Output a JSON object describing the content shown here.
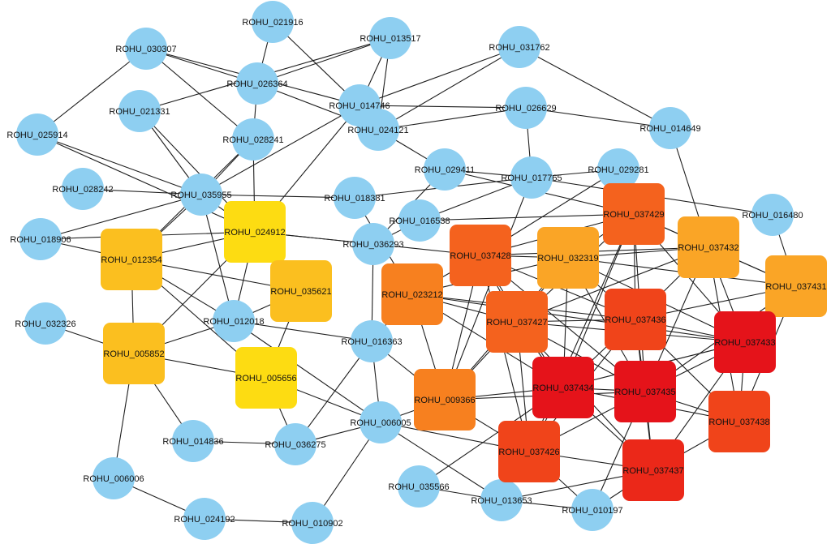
{
  "colors": {
    "blue": "#8ecff1",
    "yellow": "#fddc12",
    "amber": "#fbbf1f",
    "orange_light": "#faa526",
    "orange": "#f7801f",
    "orange_dark": "#f4621e",
    "red_orange": "#f0441a",
    "red": "#eb2819",
    "red_deep": "#e5131a",
    "edge": "#1e1e1e",
    "background": "#ffffff"
  },
  "nodes": [
    {
      "id": "ROHU_021916",
      "shape": "circle",
      "color": "blue"
    },
    {
      "id": "ROHU_013517",
      "shape": "circle",
      "color": "blue"
    },
    {
      "id": "ROHU_030307",
      "shape": "circle",
      "color": "blue"
    },
    {
      "id": "ROHU_031762",
      "shape": "circle",
      "color": "blue"
    },
    {
      "id": "ROHU_026364",
      "shape": "circle",
      "color": "blue"
    },
    {
      "id": "ROHU_014746",
      "shape": "circle",
      "color": "blue"
    },
    {
      "id": "ROHU_021331",
      "shape": "circle",
      "color": "blue"
    },
    {
      "id": "ROHU_026629",
      "shape": "circle",
      "color": "blue"
    },
    {
      "id": "ROHU_024121",
      "shape": "circle",
      "color": "blue"
    },
    {
      "id": "ROHU_014649",
      "shape": "circle",
      "color": "blue"
    },
    {
      "id": "ROHU_025914",
      "shape": "circle",
      "color": "blue"
    },
    {
      "id": "ROHU_028241",
      "shape": "circle",
      "color": "blue"
    },
    {
      "id": "ROHU_029411",
      "shape": "circle",
      "color": "blue"
    },
    {
      "id": "ROHU_017765",
      "shape": "circle",
      "color": "blue"
    },
    {
      "id": "ROHU_029281",
      "shape": "circle",
      "color": "blue"
    },
    {
      "id": "ROHU_028242",
      "shape": "circle",
      "color": "blue"
    },
    {
      "id": "ROHU_035955",
      "shape": "circle",
      "color": "blue"
    },
    {
      "id": "ROHU_018381",
      "shape": "circle",
      "color": "blue"
    },
    {
      "id": "ROHU_016480",
      "shape": "circle",
      "color": "blue"
    },
    {
      "id": "ROHU_016538",
      "shape": "circle",
      "color": "blue"
    },
    {
      "id": "ROHU_018906",
      "shape": "circle",
      "color": "blue"
    },
    {
      "id": "ROHU_036293",
      "shape": "circle",
      "color": "blue"
    },
    {
      "id": "ROHU_032326",
      "shape": "circle",
      "color": "blue"
    },
    {
      "id": "ROHU_012018",
      "shape": "circle",
      "color": "blue"
    },
    {
      "id": "ROHU_016363",
      "shape": "circle",
      "color": "blue"
    },
    {
      "id": "ROHU_006005",
      "shape": "circle",
      "color": "blue"
    },
    {
      "id": "ROHU_014836",
      "shape": "circle",
      "color": "blue"
    },
    {
      "id": "ROHU_036275",
      "shape": "circle",
      "color": "blue"
    },
    {
      "id": "ROHU_006006",
      "shape": "circle",
      "color": "blue"
    },
    {
      "id": "ROHU_035566",
      "shape": "circle",
      "color": "blue"
    },
    {
      "id": "ROHU_013653",
      "shape": "circle",
      "color": "blue"
    },
    {
      "id": "ROHU_010197",
      "shape": "circle",
      "color": "blue"
    },
    {
      "id": "ROHU_024192",
      "shape": "circle",
      "color": "blue"
    },
    {
      "id": "ROHU_010902",
      "shape": "circle",
      "color": "blue"
    },
    {
      "id": "ROHU_024912",
      "shape": "square",
      "color": "yellow"
    },
    {
      "id": "ROHU_012354",
      "shape": "square",
      "color": "amber"
    },
    {
      "id": "ROHU_035621",
      "shape": "square",
      "color": "amber"
    },
    {
      "id": "ROHU_005852",
      "shape": "square",
      "color": "amber"
    },
    {
      "id": "ROHU_005656",
      "shape": "square",
      "color": "yellow"
    },
    {
      "id": "ROHU_023212",
      "shape": "square",
      "color": "orange"
    },
    {
      "id": "ROHU_009366",
      "shape": "square",
      "color": "orange"
    },
    {
      "id": "ROHU_037428",
      "shape": "square",
      "color": "orange_dark"
    },
    {
      "id": "ROHU_032319",
      "shape": "square",
      "color": "orange_light"
    },
    {
      "id": "ROHU_037429",
      "shape": "square",
      "color": "orange_dark"
    },
    {
      "id": "ROHU_037432",
      "shape": "square",
      "color": "orange_light"
    },
    {
      "id": "ROHU_037431",
      "shape": "square",
      "color": "orange_light"
    },
    {
      "id": "ROHU_037427",
      "shape": "square",
      "color": "orange_dark"
    },
    {
      "id": "ROHU_037436",
      "shape": "square",
      "color": "red_orange"
    },
    {
      "id": "ROHU_037433",
      "shape": "square",
      "color": "red_deep"
    },
    {
      "id": "ROHU_037434",
      "shape": "square",
      "color": "red_deep"
    },
    {
      "id": "ROHU_037435",
      "shape": "square",
      "color": "red_deep"
    },
    {
      "id": "ROHU_037438",
      "shape": "square",
      "color": "red_orange"
    },
    {
      "id": "ROHU_037426",
      "shape": "square",
      "color": "red_orange"
    },
    {
      "id": "ROHU_037437",
      "shape": "square",
      "color": "red"
    }
  ],
  "edges": [
    [
      "ROHU_030307",
      "ROHU_025914"
    ],
    [
      "ROHU_030307",
      "ROHU_026364"
    ],
    [
      "ROHU_030307",
      "ROHU_014746"
    ],
    [
      "ROHU_030307",
      "ROHU_028241"
    ],
    [
      "ROHU_021916",
      "ROHU_026364"
    ],
    [
      "ROHU_021916",
      "ROHU_014746"
    ],
    [
      "ROHU_013517",
      "ROHU_026364"
    ],
    [
      "ROHU_013517",
      "ROHU_021331"
    ],
    [
      "ROHU_013517",
      "ROHU_014746"
    ],
    [
      "ROHU_013517",
      "ROHU_024121"
    ],
    [
      "ROHU_031762",
      "ROHU_014746"
    ],
    [
      "ROHU_031762",
      "ROHU_014649"
    ],
    [
      "ROHU_031762",
      "ROHU_024121"
    ],
    [
      "ROHU_026364",
      "ROHU_028241"
    ],
    [
      "ROHU_026364",
      "ROHU_024121"
    ],
    [
      "ROHU_014746",
      "ROHU_026629"
    ],
    [
      "ROHU_014746",
      "ROHU_024912"
    ],
    [
      "ROHU_014746",
      "ROHU_035955"
    ],
    [
      "ROHU_026629",
      "ROHU_014649"
    ],
    [
      "ROHU_026629",
      "ROHU_017765"
    ],
    [
      "ROHU_026629",
      "ROHU_024121"
    ],
    [
      "ROHU_014649",
      "ROHU_037432"
    ],
    [
      "ROHU_024121",
      "ROHU_029411"
    ],
    [
      "ROHU_021331",
      "ROHU_035955"
    ],
    [
      "ROHU_021331",
      "ROHU_024912"
    ],
    [
      "ROHU_028241",
      "ROHU_024912"
    ],
    [
      "ROHU_028241",
      "ROHU_012354"
    ],
    [
      "ROHU_028241",
      "ROHU_035955"
    ],
    [
      "ROHU_025914",
      "ROHU_035955"
    ],
    [
      "ROHU_025914",
      "ROHU_024912"
    ],
    [
      "ROHU_028242",
      "ROHU_035955"
    ],
    [
      "ROHU_018906",
      "ROHU_035955"
    ],
    [
      "ROHU_035955",
      "ROHU_018381"
    ],
    [
      "ROHU_035955",
      "ROHU_024912"
    ],
    [
      "ROHU_035955",
      "ROHU_012018"
    ],
    [
      "ROHU_035955",
      "ROHU_012354"
    ],
    [
      "ROHU_018381",
      "ROHU_017765"
    ],
    [
      "ROHU_018381",
      "ROHU_023212"
    ],
    [
      "ROHU_029411",
      "ROHU_017765"
    ],
    [
      "ROHU_029411",
      "ROHU_037429"
    ],
    [
      "ROHU_029411",
      "ROHU_036293"
    ],
    [
      "ROHU_017765",
      "ROHU_029281"
    ],
    [
      "ROHU_017765",
      "ROHU_009366"
    ],
    [
      "ROHU_017765",
      "ROHU_016538"
    ],
    [
      "ROHU_017765",
      "ROHU_016480"
    ],
    [
      "ROHU_029281",
      "ROHU_037428"
    ],
    [
      "ROHU_016480",
      "ROHU_037431"
    ],
    [
      "ROHU_016538",
      "ROHU_037429"
    ],
    [
      "ROHU_016538",
      "ROHU_036293"
    ],
    [
      "ROHU_036293",
      "ROHU_024912"
    ],
    [
      "ROHU_036293",
      "ROHU_037428"
    ],
    [
      "ROHU_036293",
      "ROHU_016363"
    ],
    [
      "ROHU_024912",
      "ROHU_012354"
    ],
    [
      "ROHU_024912",
      "ROHU_035621"
    ],
    [
      "ROHU_024912",
      "ROHU_005852"
    ],
    [
      "ROHU_024912",
      "ROHU_012018"
    ],
    [
      "ROHU_024912",
      "ROHU_036293"
    ],
    [
      "ROHU_024912",
      "ROHU_018906"
    ],
    [
      "ROHU_012354",
      "ROHU_005852"
    ],
    [
      "ROHU_012354",
      "ROHU_035621"
    ],
    [
      "ROHU_012354",
      "ROHU_012018"
    ],
    [
      "ROHU_012354",
      "ROHU_005656"
    ],
    [
      "ROHU_012354",
      "ROHU_018906"
    ],
    [
      "ROHU_035621",
      "ROHU_005656"
    ],
    [
      "ROHU_035621",
      "ROHU_012018"
    ],
    [
      "ROHU_012018",
      "ROHU_016363"
    ],
    [
      "ROHU_012018",
      "ROHU_005852"
    ],
    [
      "ROHU_012018",
      "ROHU_006005"
    ],
    [
      "ROHU_005852",
      "ROHU_005656"
    ],
    [
      "ROHU_005852",
      "ROHU_014836"
    ],
    [
      "ROHU_005852",
      "ROHU_006006"
    ],
    [
      "ROHU_032326",
      "ROHU_005852"
    ],
    [
      "ROHU_005656",
      "ROHU_006005"
    ],
    [
      "ROHU_005656",
      "ROHU_036275"
    ],
    [
      "ROHU_016363",
      "ROHU_036275"
    ],
    [
      "ROHU_016363",
      "ROHU_006005"
    ],
    [
      "ROHU_016363",
      "ROHU_009366"
    ],
    [
      "ROHU_016363",
      "ROHU_023212"
    ],
    [
      "ROHU_014836",
      "ROHU_036275"
    ],
    [
      "ROHU_036275",
      "ROHU_006005"
    ],
    [
      "ROHU_006005",
      "ROHU_010902"
    ],
    [
      "ROHU_006005",
      "ROHU_009366"
    ],
    [
      "ROHU_006005",
      "ROHU_013653"
    ],
    [
      "ROHU_006005",
      "ROHU_037426"
    ],
    [
      "ROHU_006006",
      "ROHU_024192"
    ],
    [
      "ROHU_024192",
      "ROHU_010902"
    ],
    [
      "ROHU_035566",
      "ROHU_013653"
    ],
    [
      "ROHU_035566",
      "ROHU_037434"
    ],
    [
      "ROHU_013653",
      "ROHU_010197"
    ],
    [
      "ROHU_013653",
      "ROHU_037426"
    ],
    [
      "ROHU_013653",
      "ROHU_037437"
    ],
    [
      "ROHU_010197",
      "ROHU_037437"
    ],
    [
      "ROHU_010197",
      "ROHU_037426"
    ],
    [
      "ROHU_010197",
      "ROHU_037435"
    ],
    [
      "ROHU_023212",
      "ROHU_037428"
    ],
    [
      "ROHU_023212",
      "ROHU_032319"
    ],
    [
      "ROHU_023212",
      "ROHU_037427"
    ],
    [
      "ROHU_023212",
      "ROHU_037436"
    ],
    [
      "ROHU_023212",
      "ROHU_037433"
    ],
    [
      "ROHU_023212",
      "ROHU_037434"
    ],
    [
      "ROHU_023212",
      "ROHU_009366"
    ],
    [
      "ROHU_009366",
      "ROHU_037427"
    ],
    [
      "ROHU_009366",
      "ROHU_037434"
    ],
    [
      "ROHU_009366",
      "ROHU_037426"
    ],
    [
      "ROHU_009366",
      "ROHU_037435"
    ],
    [
      "ROHU_009366",
      "ROHU_037428"
    ],
    [
      "ROHU_009366",
      "ROHU_032319"
    ],
    [
      "ROHU_037428",
      "ROHU_032319"
    ],
    [
      "ROHU_037428",
      "ROHU_037429"
    ],
    [
      "ROHU_037428",
      "ROHU_037427"
    ],
    [
      "ROHU_037428",
      "ROHU_037436"
    ],
    [
      "ROHU_037428",
      "ROHU_037434"
    ],
    [
      "ROHU_037428",
      "ROHU_037435"
    ],
    [
      "ROHU_037428",
      "ROHU_037426"
    ],
    [
      "ROHU_037428",
      "ROHU_037432"
    ],
    [
      "ROHU_032319",
      "ROHU_037429"
    ],
    [
      "ROHU_032319",
      "ROHU_037427"
    ],
    [
      "ROHU_032319",
      "ROHU_037436"
    ],
    [
      "ROHU_032319",
      "ROHU_037433"
    ],
    [
      "ROHU_032319",
      "ROHU_037434"
    ],
    [
      "ROHU_032319",
      "ROHU_037435"
    ],
    [
      "ROHU_032319",
      "ROHU_037431"
    ],
    [
      "ROHU_032319",
      "ROHU_037432"
    ],
    [
      "ROHU_037429",
      "ROHU_037432"
    ],
    [
      "ROHU_037429",
      "ROHU_037436"
    ],
    [
      "ROHU_037429",
      "ROHU_037427"
    ],
    [
      "ROHU_037429",
      "ROHU_037434"
    ],
    [
      "ROHU_037429",
      "ROHU_037435"
    ],
    [
      "ROHU_037429",
      "ROHU_037433"
    ],
    [
      "ROHU_037429",
      "ROHU_037431"
    ],
    [
      "ROHU_037429",
      "ROHU_037426"
    ],
    [
      "ROHU_037432",
      "ROHU_037431"
    ],
    [
      "ROHU_037432",
      "ROHU_037436"
    ],
    [
      "ROHU_037432",
      "ROHU_037433"
    ],
    [
      "ROHU_037432",
      "ROHU_037435"
    ],
    [
      "ROHU_037432",
      "ROHU_037427"
    ],
    [
      "ROHU_037432",
      "ROHU_037438"
    ],
    [
      "ROHU_037431",
      "ROHU_037433"
    ],
    [
      "ROHU_037431",
      "ROHU_037436"
    ],
    [
      "ROHU_037431",
      "ROHU_037438"
    ],
    [
      "ROHU_037431",
      "ROHU_037435"
    ],
    [
      "ROHU_037427",
      "ROHU_037436"
    ],
    [
      "ROHU_037427",
      "ROHU_037434"
    ],
    [
      "ROHU_037427",
      "ROHU_037435"
    ],
    [
      "ROHU_037427",
      "ROHU_037426"
    ],
    [
      "ROHU_037427",
      "ROHU_037433"
    ],
    [
      "ROHU_037427",
      "ROHU_037437"
    ],
    [
      "ROHU_037436",
      "ROHU_037433"
    ],
    [
      "ROHU_037436",
      "ROHU_037434"
    ],
    [
      "ROHU_037436",
      "ROHU_037435"
    ],
    [
      "ROHU_037436",
      "ROHU_037438"
    ],
    [
      "ROHU_037436",
      "ROHU_037426"
    ],
    [
      "ROHU_037436",
      "ROHU_037437"
    ],
    [
      "ROHU_037433",
      "ROHU_037435"
    ],
    [
      "ROHU_037433",
      "ROHU_037438"
    ],
    [
      "ROHU_037433",
      "ROHU_037434"
    ],
    [
      "ROHU_037433",
      "ROHU_037437"
    ],
    [
      "ROHU_037434",
      "ROHU_037435"
    ],
    [
      "ROHU_037434",
      "ROHU_037426"
    ],
    [
      "ROHU_037434",
      "ROHU_037437"
    ],
    [
      "ROHU_037434",
      "ROHU_037438"
    ],
    [
      "ROHU_037435",
      "ROHU_037426"
    ],
    [
      "ROHU_037435",
      "ROHU_037437"
    ],
    [
      "ROHU_037435",
      "ROHU_037438"
    ],
    [
      "ROHU_037426",
      "ROHU_037437"
    ],
    [
      "ROHU_037438",
      "ROHU_037437"
    ]
  ]
}
